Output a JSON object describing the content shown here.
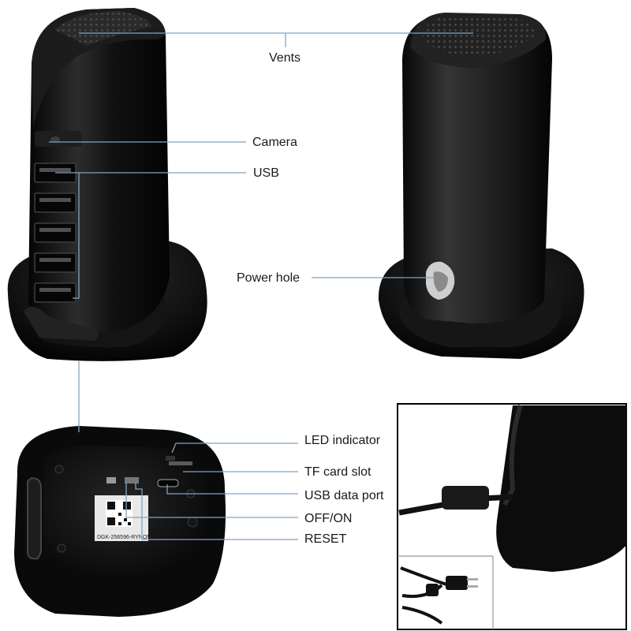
{
  "labels": {
    "vents": "Vents",
    "camera": "Camera",
    "usb": "USB",
    "power_hole": "Power hole",
    "led_indicator": "LED indicator",
    "tf_card_slot": "TF card slot",
    "usb_data_port": "USB data port",
    "off_on": "OFF/ON",
    "reset": "RESET"
  },
  "serial_text": "DGK-256596-RYNON",
  "colors": {
    "device_body": "#0d0d0d",
    "device_highlight": "#3a3a3a",
    "callout_line": "#7fa3c4",
    "label_text": "#1a1a1a"
  }
}
